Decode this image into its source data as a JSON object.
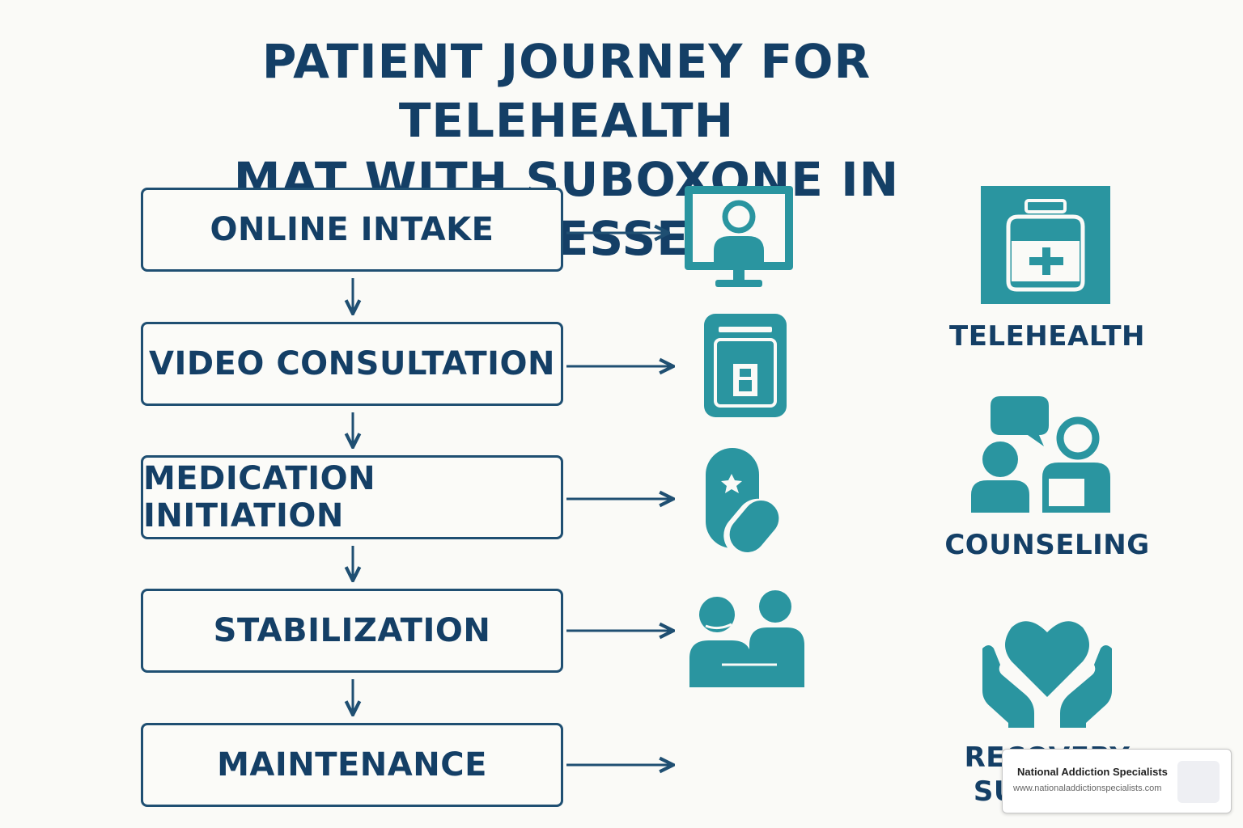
{
  "title": {
    "line1": "PATIENT JOURNEY FOR TELEHEALTH",
    "line2": "MAT WITH SUBOXONE IN TENNESSEE"
  },
  "steps": [
    {
      "label": "ONLINE INTAKE",
      "icon": "computer-user-icon"
    },
    {
      "label": "VIDEO CONSULTATION",
      "icon": "phone-document-icon"
    },
    {
      "label": "MEDICATION INITIATION",
      "icon": "pills-icon"
    },
    {
      "label": "STABILIZATION",
      "icon": "people-meeting-icon"
    },
    {
      "label": "MAINTENANCE",
      "icon": ""
    }
  ],
  "side": {
    "telehealth": {
      "label": "TELEHEALTH",
      "icon": "medicine-bottle-icon"
    },
    "counseling": {
      "label": "COUNSELING",
      "icon": "counseling-chat-icon"
    },
    "recovery": {
      "label": "RECOVERY SUPPORT",
      "icon": "heart-hands-icon"
    }
  },
  "watermark": {
    "name": "National Addiction Specialists",
    "url": "www.nationaladdictionspecialists.com"
  },
  "colors": {
    "navy": "#143f66",
    "teal": "#2a95a0",
    "border": "#1f4f72",
    "background": "#fafaf7"
  }
}
